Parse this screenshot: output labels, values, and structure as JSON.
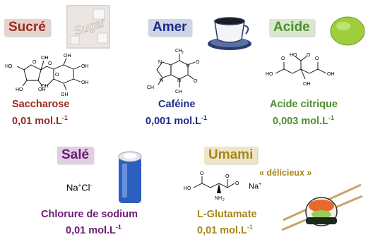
{
  "tastes": {
    "sucre": {
      "label": "Sucré",
      "color": "#9b2a1f",
      "bg": "#e6d3cc",
      "molecule": "Saccharose",
      "conc": "0,01 mol.L",
      "exp": "-1"
    },
    "amer": {
      "label": "Amer",
      "color": "#1c2a86",
      "bg": "#cfd5e8",
      "molecule": "Caféine",
      "conc": "0,001 mol.L",
      "exp": "-1"
    },
    "acide": {
      "label": "Acide",
      "color": "#4f8f2e",
      "bg": "#d8e8cd",
      "molecule": "Acide citrique",
      "conc": "0,003 mol.L",
      "exp": "-1"
    },
    "sale": {
      "label": "Salé",
      "color": "#6b1a74",
      "bg": "#e0cfe2",
      "molecule": "Chlorure de sodium",
      "conc": "0,01 mol.L",
      "exp": "-1"
    },
    "umami": {
      "label": "Umami",
      "color": "#a8861a",
      "bg": "#efe6c8",
      "molecule": "L-Glutamate",
      "conc": "0,01 mol.L",
      "exp": "-1"
    }
  },
  "labels": {
    "delicieux": "« délicieux »",
    "nacl_na": "Na",
    "nacl_cl": "Cl",
    "plus": "+",
    "minus": "-",
    "glut_na": "Na",
    "sugar_word": "Sugar"
  },
  "atoms": {
    "oh": "OH",
    "ho": "HO",
    "o": "O",
    "n": "N",
    "nh2": "NH",
    "two": "2",
    "ch3": "CH"
  },
  "icons": [
    "sugar-image",
    "coffee-cup-image",
    "lime-image",
    "salt-shaker-image",
    "sushi-image"
  ]
}
